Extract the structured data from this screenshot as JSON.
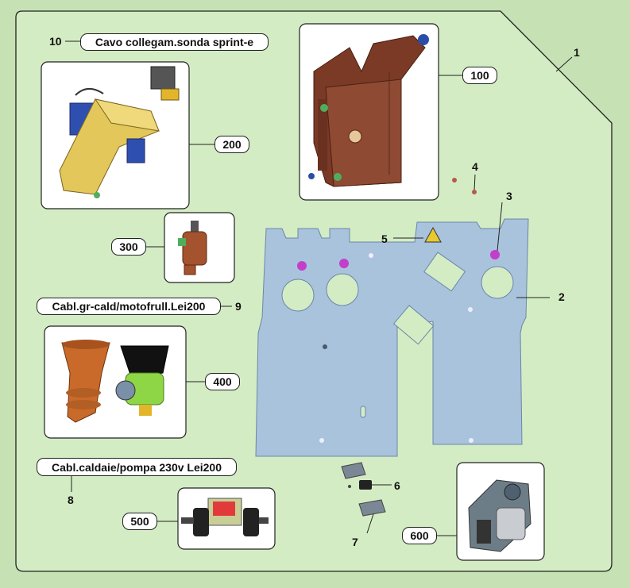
{
  "callouts": {
    "c1": "1",
    "c2": "2",
    "c3": "3",
    "c4": "4",
    "c5": "5",
    "c6": "6",
    "c7": "7",
    "c8": "8",
    "c9": "9",
    "c10": "10"
  },
  "captions": {
    "c10": "Cavo collegam.sonda sprint-e",
    "c9": "Cabl.gr-cald/motofrull.Lei200",
    "c8": "Cabl.caldaie/pompa 230v Lei200"
  },
  "groups": {
    "g100": "100",
    "g200": "200",
    "g300": "300",
    "g400": "400",
    "g500": "500",
    "g600": "600"
  },
  "colors": {
    "background": "#c6e2b4",
    "panel": "#d4ecc4",
    "plate": "#a9c3dd",
    "frame": "#7a3a26",
    "boiler": "#e3c75a",
    "pump": "#c96a2a",
    "solenoid": "#c8ce96"
  }
}
